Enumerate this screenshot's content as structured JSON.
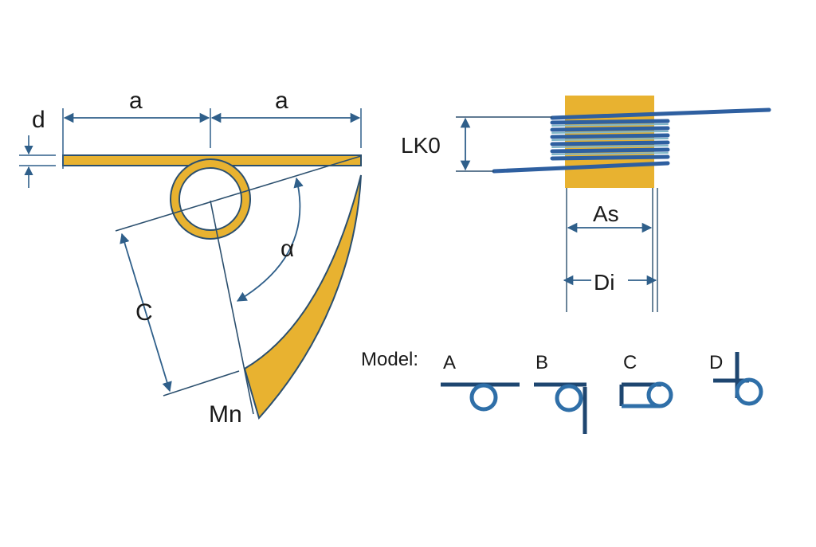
{
  "labels": {
    "d": "d",
    "a_left": "a",
    "a_right": "a",
    "alpha": "α",
    "c": "C",
    "mn": "Mn",
    "lk0": "LK0",
    "as": "As",
    "di": "Di",
    "model": "Model:"
  },
  "models": [
    {
      "id": "model-a",
      "label": "A"
    },
    {
      "id": "model-b",
      "label": "B"
    },
    {
      "id": "model-c",
      "label": "C"
    },
    {
      "id": "model-d",
      "label": "D"
    }
  ],
  "colors": {
    "spring_fill": "#E8B230",
    "outline": "#2B4F6E",
    "dimension": "#2F5F8A",
    "wire": "#2E5FA0",
    "model_wire": "#2F6FA8",
    "coil_highlight": "#7FB6C8"
  }
}
